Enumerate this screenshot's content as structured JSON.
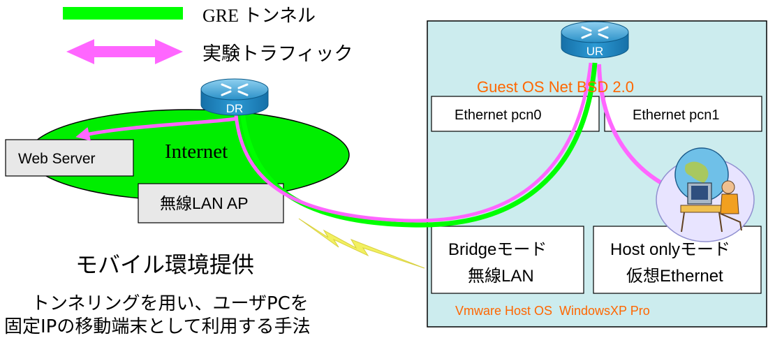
{
  "legend": {
    "gre_label": "GRE トンネル",
    "traffic_label": "実験トラフィック"
  },
  "routers": {
    "dr": "DR",
    "ur": "UR"
  },
  "cloud": {
    "internet": "Internet"
  },
  "boxes": {
    "web_server": "Web Server",
    "wireless_ap": "無線LAN AP",
    "guest_os": "Guest OS Net BSD 2.0",
    "pcn0": "Ethernet pcn0",
    "pcn1": "Ethernet pcn1",
    "bridge_line1": "Bridgeモード",
    "bridge_line2": "無線LAN",
    "hostonly_line1": "Host onlyモード",
    "hostonly_line2": "仮想Ethernet",
    "host_os": "Vmware Host OS  WindowsXP Pro"
  },
  "caption": {
    "title": "モバイル環境提供",
    "line1": "トンネリングを用い、ユーザPCを",
    "line2": "固定IPの移動端末として利用する手法"
  },
  "colors": {
    "gre": "#00FF00",
    "traffic": "#FF66FF",
    "cloud": "#00EE00",
    "vm_panel": "#CCECEE",
    "orange_text": "#FF6600",
    "router": "#1E90C8"
  }
}
